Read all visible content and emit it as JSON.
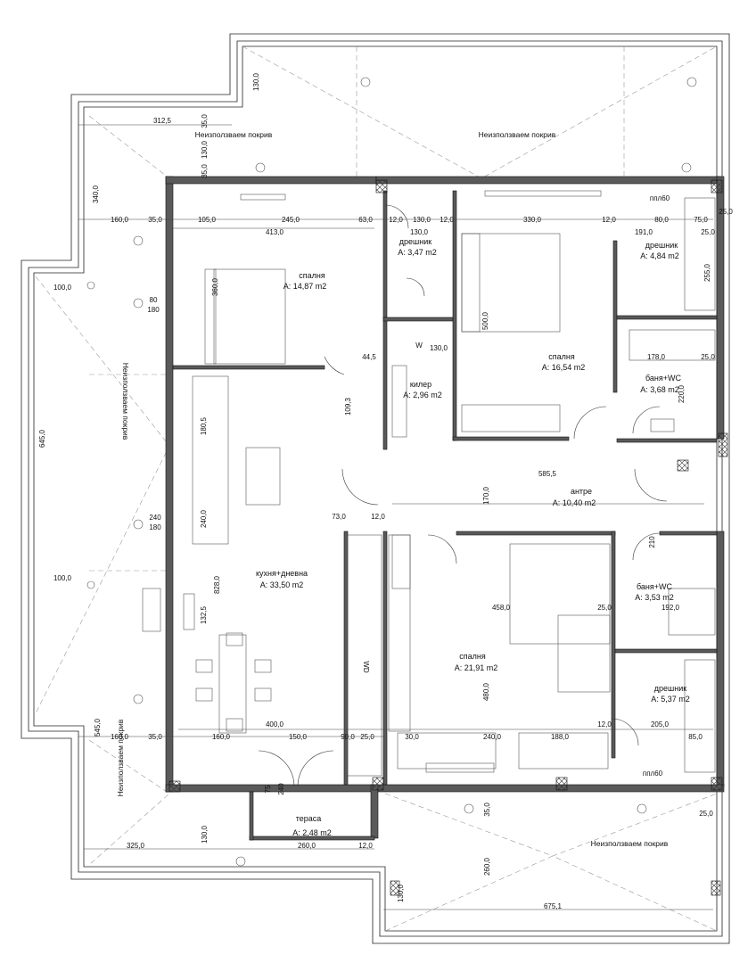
{
  "rooms": [
    {
      "name": "спалня",
      "area": "A: 14,87 m2"
    },
    {
      "name": "дрешник",
      "area": "A: 3,47 m2"
    },
    {
      "name": "спалня",
      "area": "A: 16,54 m2"
    },
    {
      "name": "дрешник",
      "area": "A: 4,84 m2"
    },
    {
      "name": "килер",
      "area": "A: 2,96 m2"
    },
    {
      "name": "баня+WC",
      "area": "A: 3,68 m2"
    },
    {
      "name": "антре",
      "area": "A: 10,40 m2"
    },
    {
      "name": "кухня+дневна",
      "area": "A: 33,50 m2"
    },
    {
      "name": "спалня",
      "area": "A: 21,91 m2"
    },
    {
      "name": "баня+WC",
      "area": "A: 3,53 m2"
    },
    {
      "name": "дрешник",
      "area": "A: 5,37 m2"
    },
    {
      "name": "тераса",
      "area": "A: 2,48 m2"
    }
  ],
  "roof_labels": [
    "Неизползваем покрив",
    "Неизползваем покрив",
    "Неизползваем покрив",
    "Неизползваем покрив",
    "Неизползваем покрив"
  ],
  "dimensions": [
    "130,0",
    "312,5",
    "35,0",
    "130,0",
    "35,0",
    "340,0",
    "160,0",
    "35,0",
    "105,0",
    "245,0",
    "63,0",
    "12,0",
    "130,0",
    "12,0",
    "330,0",
    "12,0",
    "80,0",
    "75,0",
    "25,0",
    "413,0",
    "130,0",
    "191,0",
    "25,0",
    "100,0",
    "645,0",
    "360,0",
    "500,0",
    "255,0",
    "178,0",
    "25,0",
    "44,5",
    "130,0",
    "109,3",
    "180,5",
    "240,0",
    "220,0",
    "585,5",
    "170,0",
    "73,0",
    "12,0",
    "828,0",
    "132,5",
    "458,0",
    "25,0",
    "480,0",
    "192,0",
    "100,0",
    "545,0",
    "160,0",
    "35,0",
    "160,0",
    "400,0",
    "150,0",
    "90,0",
    "25,0",
    "30,0",
    "240,0",
    "188,0",
    "12,0",
    "205,0",
    "85,0",
    "130,0",
    "325,0",
    "260,0",
    "12,0",
    "260,0",
    "675,1",
    "130,0",
    "35,0",
    "25,0",
    "240",
    "180",
    "80",
    "180",
    "75",
    "240",
    "210",
    "ппл60",
    "ппл60",
    "W",
    "WD"
  ],
  "symbols": {
    "washer": "W",
    "dishwasher": "WD",
    "window_code": "ппл60"
  },
  "colors": {
    "wall": "#5a5a5a",
    "line": "#111111",
    "dash": "#999999"
  }
}
